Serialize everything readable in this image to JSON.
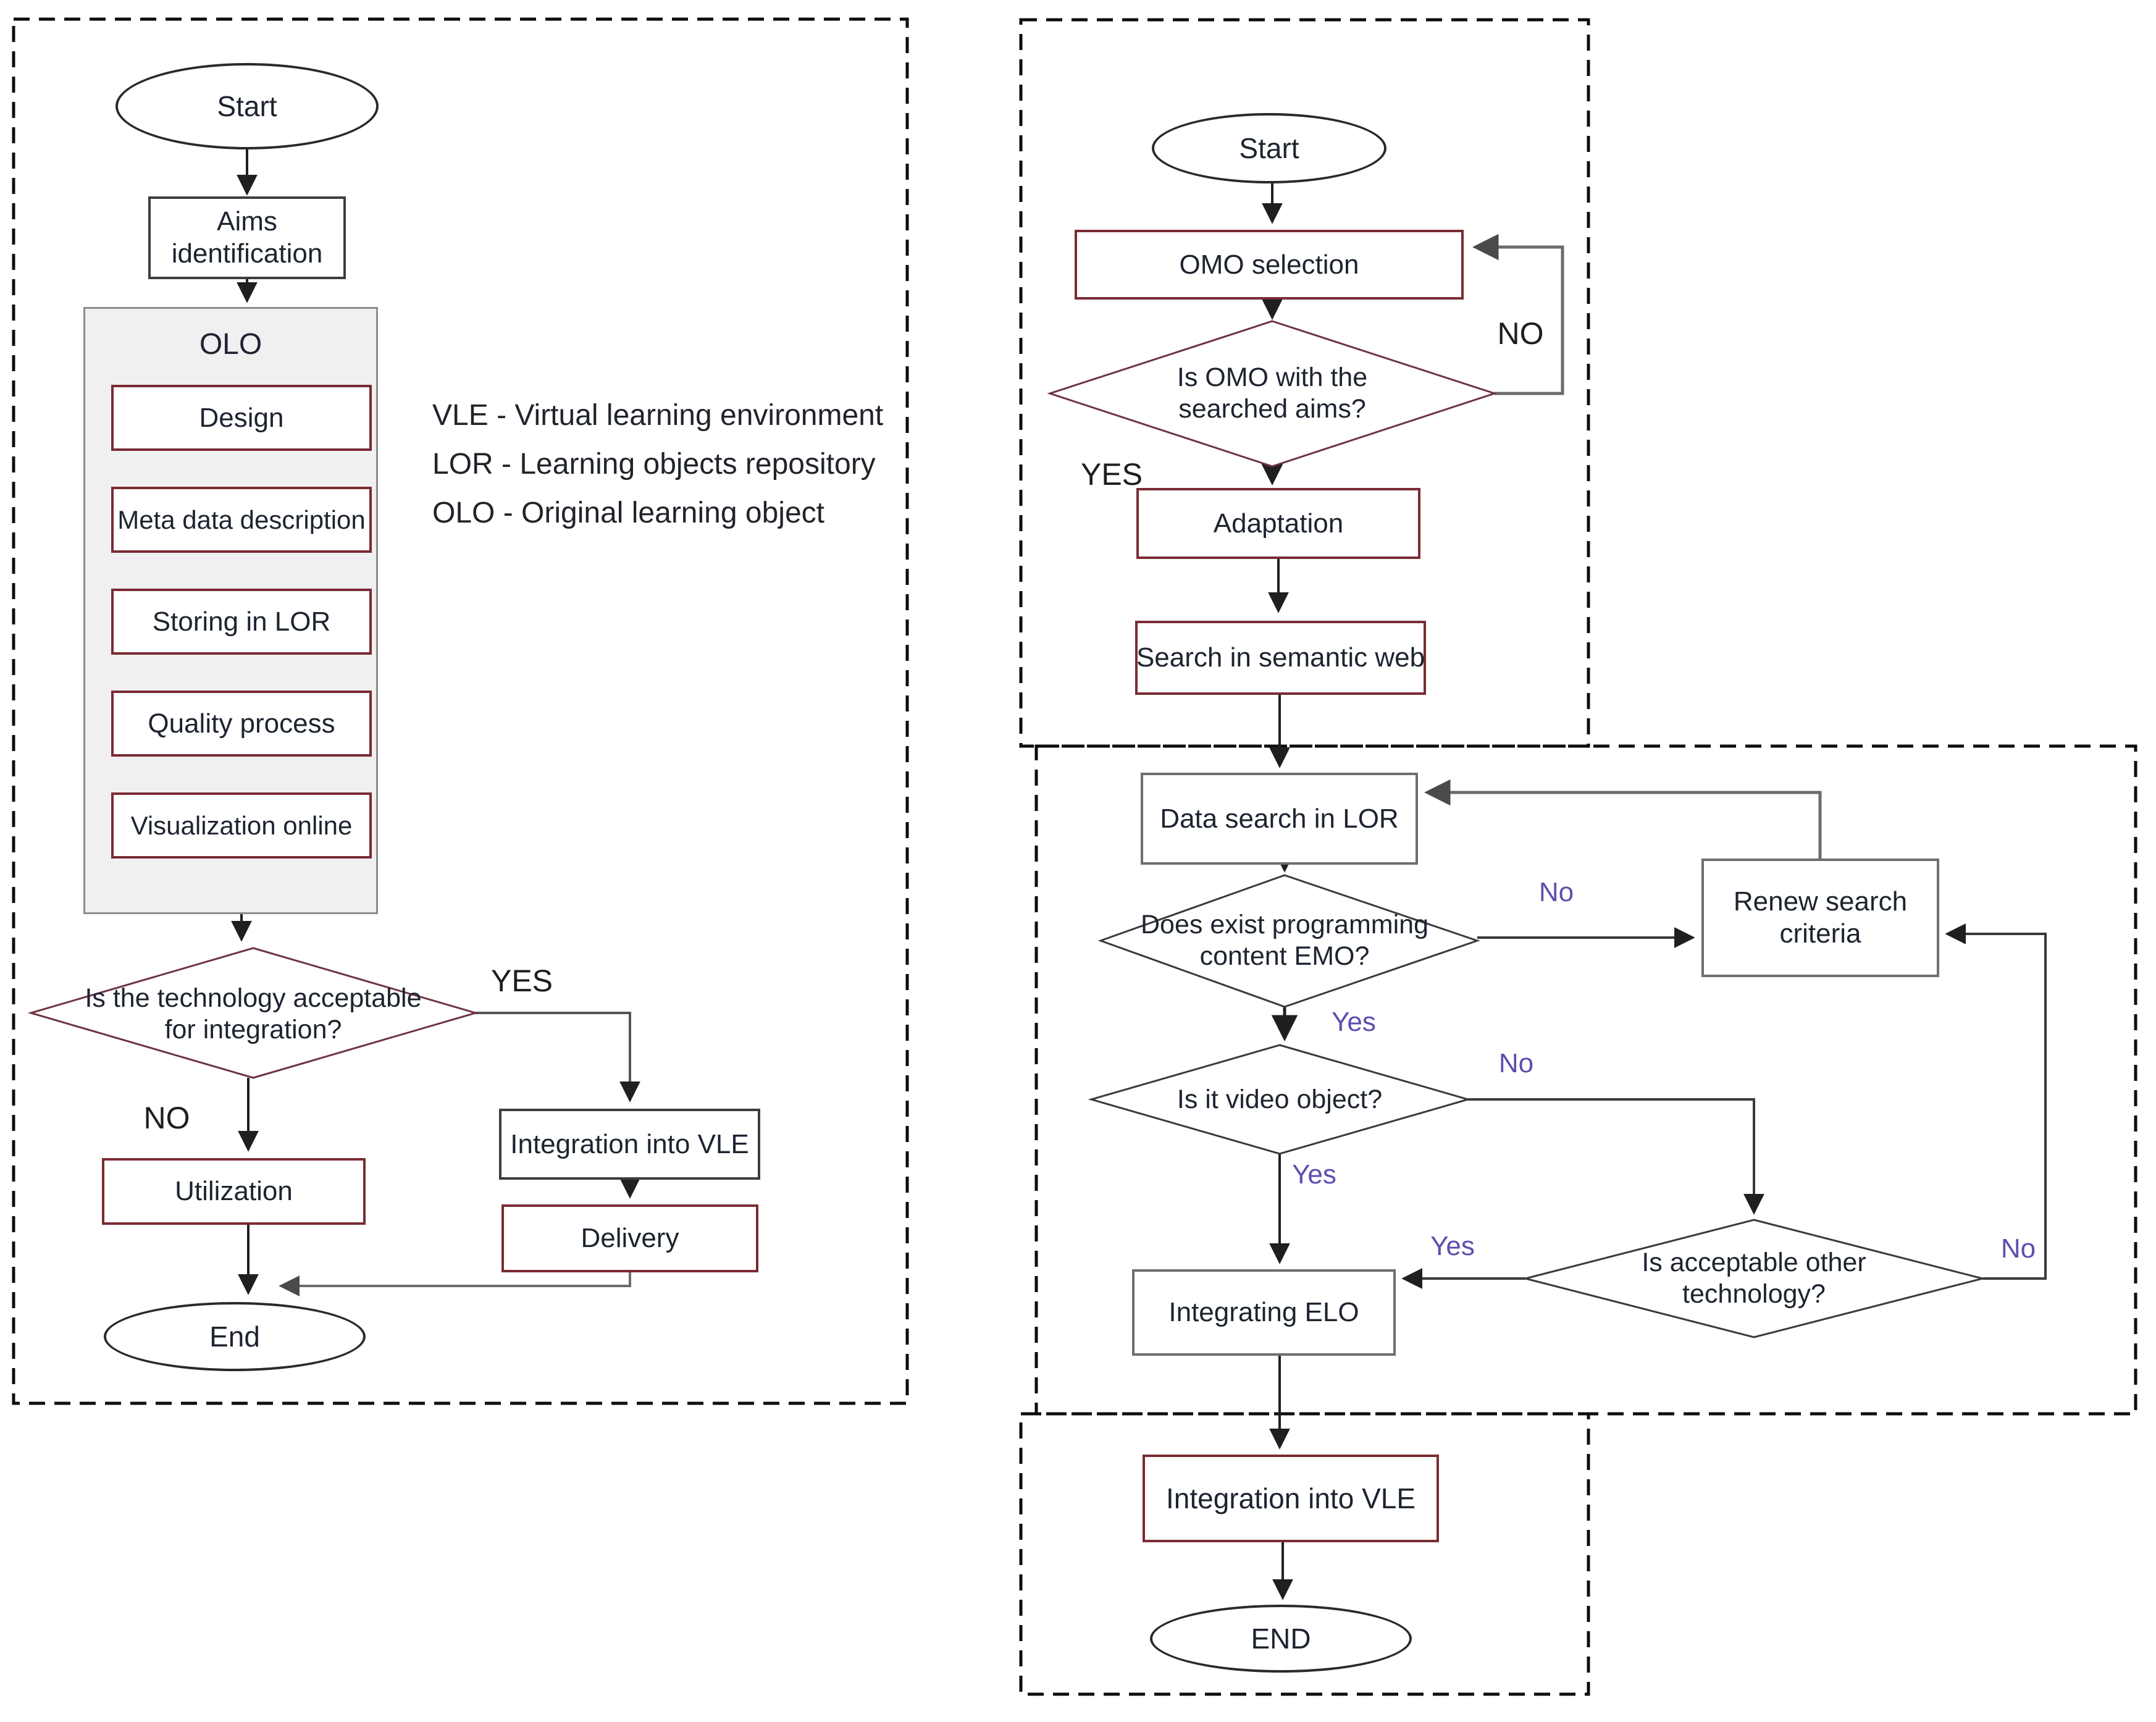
{
  "colors": {
    "maroon_border": "#7a2b33",
    "dark_border": "#3d3d3d",
    "gray_border": "#6e6e6e",
    "diamond_maroon": "#6d3340",
    "diamond_dark": "#3a3a3a",
    "edge_dark": "#2e2e2e",
    "edge_gray": "#7d7d7d",
    "olo_fill": "#f0f0f0",
    "label_purple": "#5b4fae",
    "text": "#1d2430"
  },
  "left": {
    "start": "Start",
    "aims": "Aims identification",
    "olo_title": "OLO",
    "olo_steps": [
      "Design",
      "Meta data description",
      "Storing in LOR",
      "Quality process",
      "Visualization online"
    ],
    "legend": [
      "VLE - Virtual learning environment",
      "LOR - Learning objects repository",
      "OLO - Original learning object"
    ],
    "decision": "Is the technology acceptable for integration?",
    "yes_label": "YES",
    "no_label": "NO",
    "integration": "Integration into VLE",
    "delivery": "Delivery",
    "utilization": "Utilization",
    "end": "End"
  },
  "right": {
    "start": "Start",
    "omo": "OMO selection",
    "d1": "Is OMO with the searched aims?",
    "no1": "NO",
    "yes1": "YES",
    "adaptation": "Adaptation",
    "search_web": "Search in semantic web",
    "data_search": "Data search in LOR",
    "d2": "Does exist programming content EMO?",
    "no2": "No",
    "yes2": "Yes",
    "renew": "Renew search criteria",
    "d3": "Is it video object?",
    "no3": "No",
    "yes3": "Yes",
    "d4": "Is acceptable other technology?",
    "no4": "No",
    "yes4": "Yes",
    "elo": "Integrating ELO",
    "integration": "Integration into VLE",
    "end": "END"
  }
}
